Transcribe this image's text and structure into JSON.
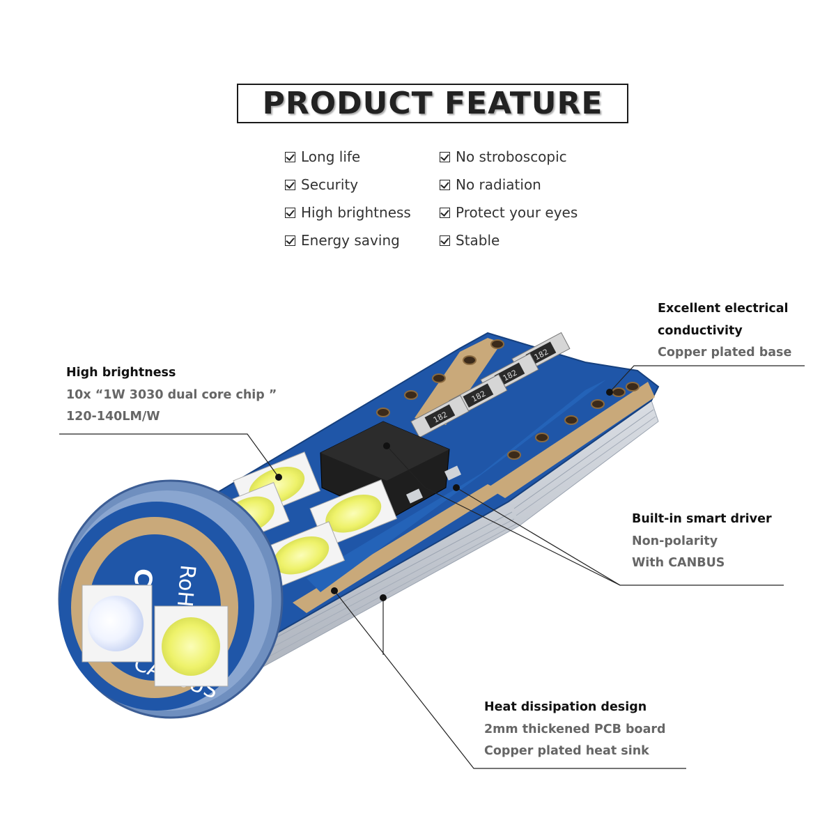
{
  "title": "PRODUCT FEATURE",
  "features_left": [
    "Long life",
    "Security",
    "High brightness",
    "Energy saving"
  ],
  "features_right": [
    "No stroboscopic",
    "No radiation",
    "Protect your eyes",
    "Stable"
  ],
  "callouts": {
    "conductivity": {
      "line1": "Excellent electrical",
      "line2": "conductivity",
      "line3": "Copper plated base"
    },
    "brightness": {
      "line1": "High brightness",
      "line2": "10x “1W 3030 dual core chip ”",
      "line3": "120-140LM/W"
    },
    "driver": {
      "line1": "Built-in smart driver",
      "line2": "Non-polarity",
      "line3": "With CANBUS"
    },
    "heat": {
      "line1": "Heat dissipation design",
      "line2": "2mm thickened PCB board",
      "line3": "Copper plated heat sink"
    }
  },
  "bulb_markings": {
    "ce": "CE",
    "rohs": "RoHS",
    "canbus": "CANBUS",
    "resistor": "182"
  },
  "colors": {
    "pcb_blue": "#1f56a8",
    "copper": "#c9a97a",
    "led_yellow": "#f2f47a",
    "chip_black": "#1e1e1e"
  }
}
